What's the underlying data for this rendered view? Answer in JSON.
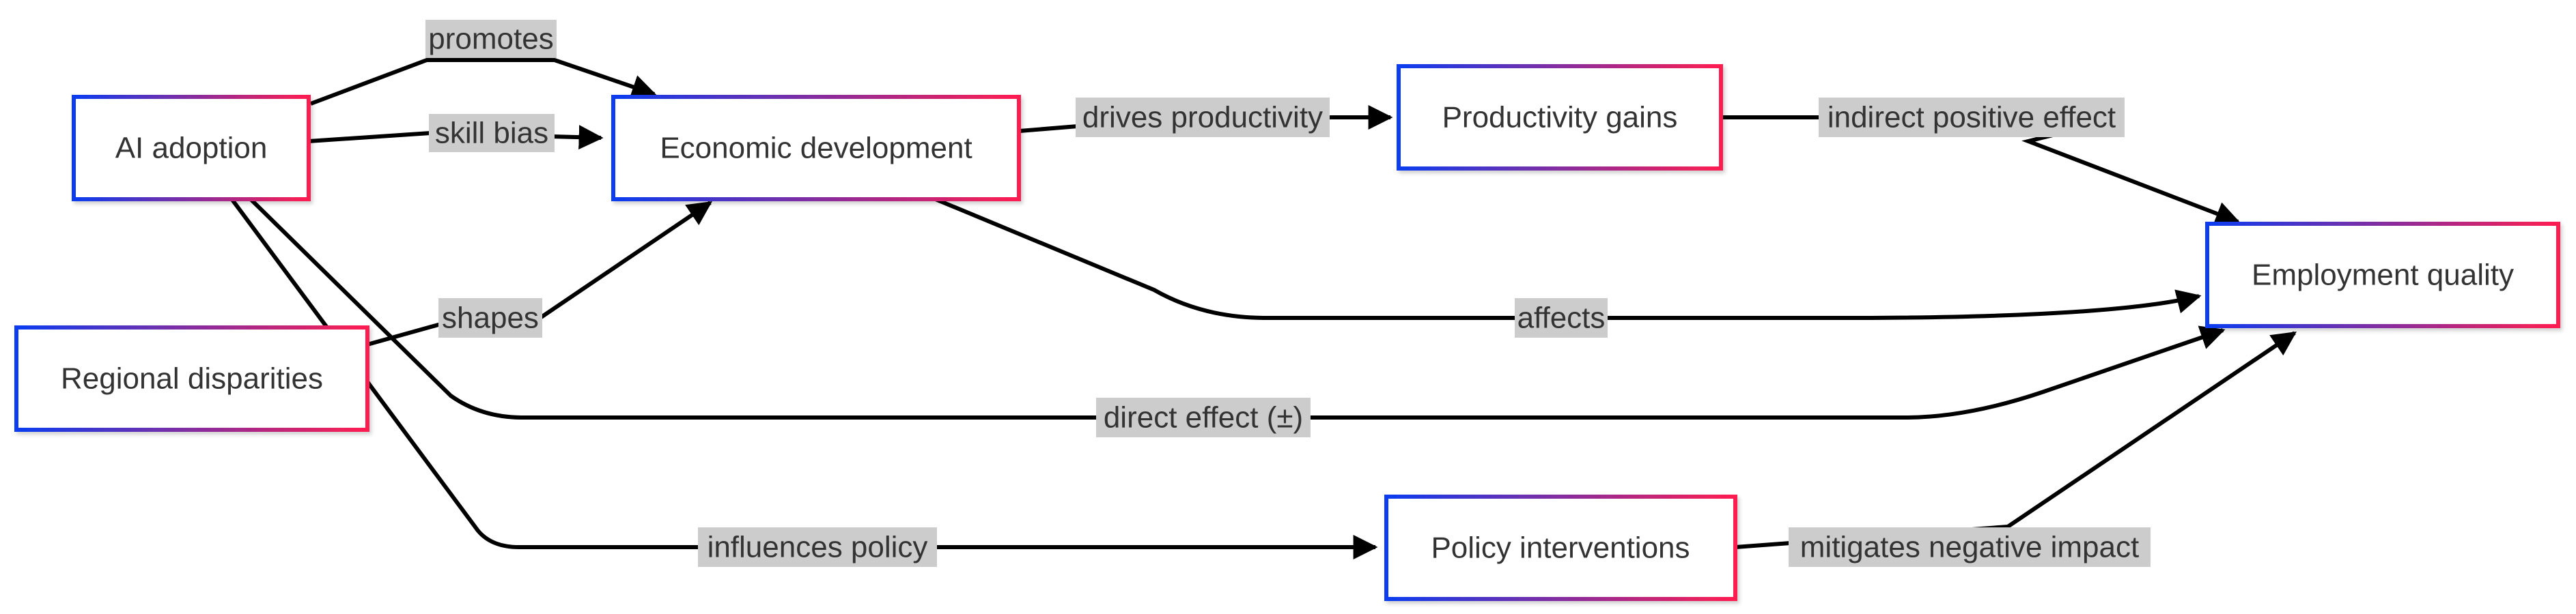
{
  "nodes": {
    "ai_adoption": "AI adoption",
    "economic_development": "Economic development",
    "productivity_gains": "Productivity gains",
    "employment_quality": "Employment quality",
    "regional_disparities": "Regional disparities",
    "policy_interventions": "Policy interventions"
  },
  "edges": {
    "promotes": "promotes",
    "skill_bias": "skill bias",
    "drives_productivity": "drives productivity",
    "indirect_positive_effect": "indirect positive effect",
    "shapes": "shapes",
    "affects": "affects",
    "direct_effect": "direct effect (±)",
    "influences_policy": "influences policy",
    "mitigates_negative_impact": "mitigates negative impact"
  },
  "colors": {
    "border_start": "#0a3cf0",
    "border_end": "#ff1e50",
    "edge": "#000000",
    "label_bg": "#cccccc",
    "text": "#333333"
  }
}
